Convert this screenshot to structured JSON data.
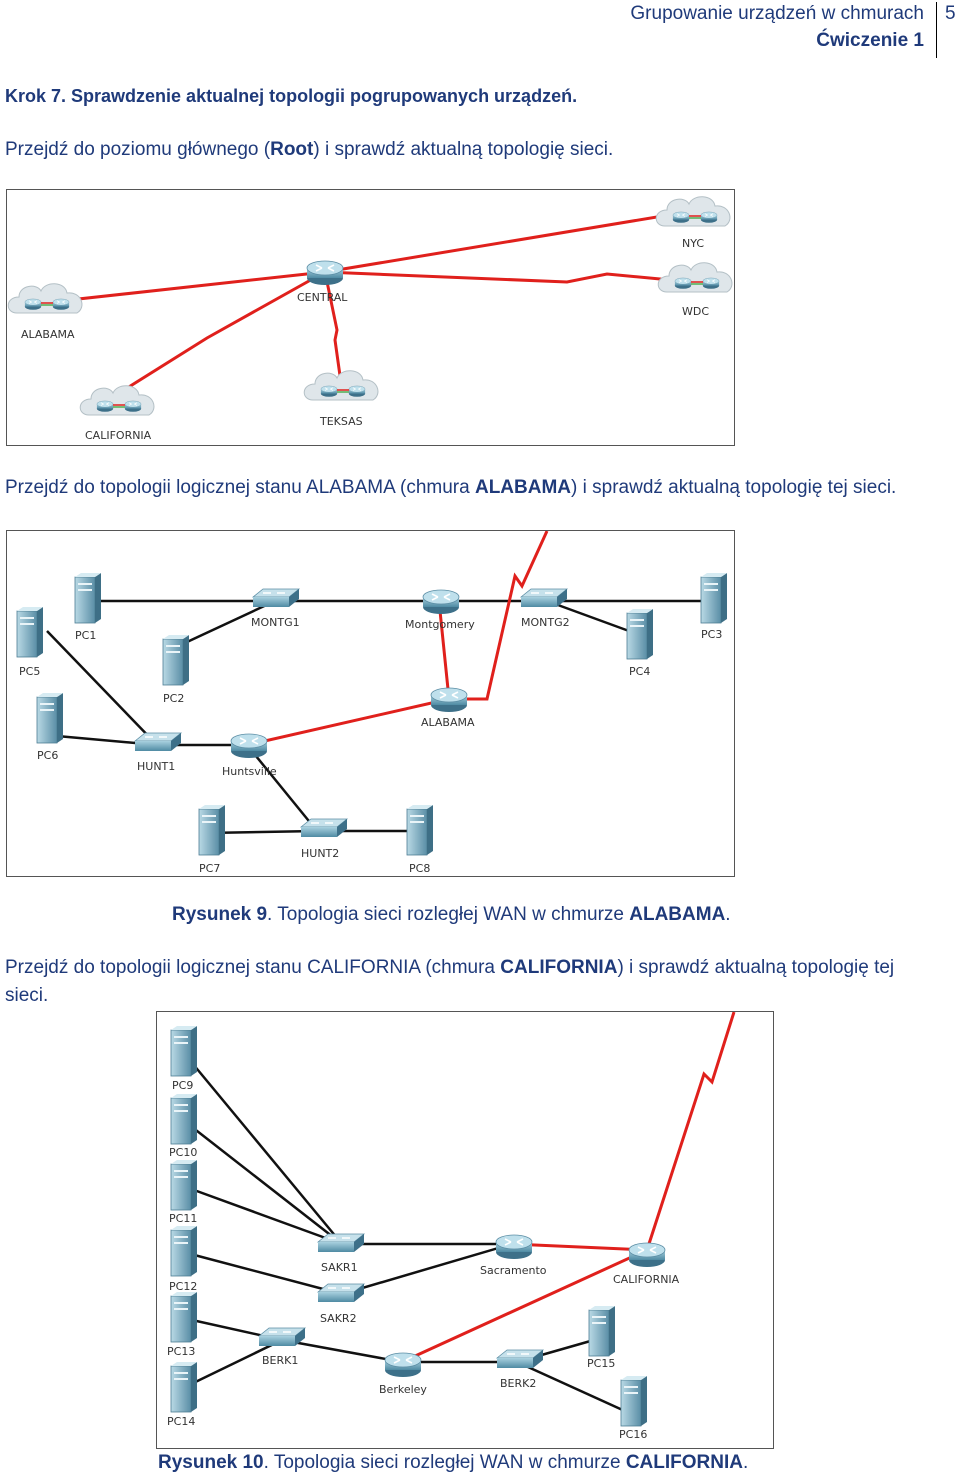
{
  "header": {
    "title": "Grupowanie urządzeń w chmurach",
    "subtitle": "Ćwiczenie 1",
    "page_number": "5"
  },
  "step": {
    "title": "Krok 7. Sprawdzenie aktualnej topologii pogrupowanych urządzeń."
  },
  "para1": {
    "before": "Przejdź do poziomu głównego (",
    "bold": "Root",
    "after": ") i sprawdź aktualną topologię sieci."
  },
  "para2": {
    "before": "Przejdź do topologii logicznej  stanu ALABAMA (chmura ",
    "bold": "ALABAMA",
    "after": ") i sprawdź aktualną topologię tej sieci."
  },
  "caption9": {
    "prefix": "Rysunek 9",
    "middle": ". Topologia sieci rozległej WAN w chmurze ",
    "bold": "ALABAMA",
    "suffix": "."
  },
  "para3": {
    "before": "Przejdź do topologii logicznej  stanu CALIFORNIA (chmura ",
    "bold": "CALIFORNIA",
    "after": ") i sprawdź aktualną topologię tej sieci."
  },
  "caption10": {
    "prefix": "Rysunek 10",
    "middle": ". Topologia sieci rozległej WAN w chmurze ",
    "bold": "CALIFORNIA",
    "suffix": "."
  },
  "figure_root": {
    "labels": {
      "nyc": "NYC",
      "wdc": "WDC",
      "central": "CENTRAL",
      "alabama": "ALABAMA",
      "california": "CALIFORNIA",
      "teksas": "TEKSAS"
    }
  },
  "figure_alabama": {
    "labels": {
      "pc1": "PC1",
      "pc2": "PC2",
      "pc3": "PC3",
      "pc4": "PC4",
      "pc5": "PC5",
      "pc6": "PC6",
      "pc7": "PC7",
      "pc8": "PC8",
      "montg1": "MONTG1",
      "montgomery": "Montgomery",
      "montg2": "MONTG2",
      "alabama": "ALABAMA",
      "hunt1": "HUNT1",
      "huntsville": "Huntsville",
      "hunt2": "HUNT2"
    }
  },
  "figure_california": {
    "labels": {
      "pc9": "PC9",
      "pc10": "PC10",
      "pc11": "PC11",
      "pc12": "PC12",
      "pc13": "PC13",
      "pc14": "PC14",
      "pc15": "PC15",
      "pc16": "PC16",
      "sakr1": "SAKR1",
      "sakr2": "SAKR2",
      "sacramento": "Sacramento",
      "california": "CALIFORNIA",
      "berk1": "BERK1",
      "berkeley": "Berkeley",
      "berk2": "BERK2"
    }
  },
  "colors": {
    "text": "#1f3a7a",
    "wan_link": "#e0201c",
    "lan_link": "#111111",
    "device": "#5f9bb5"
  }
}
